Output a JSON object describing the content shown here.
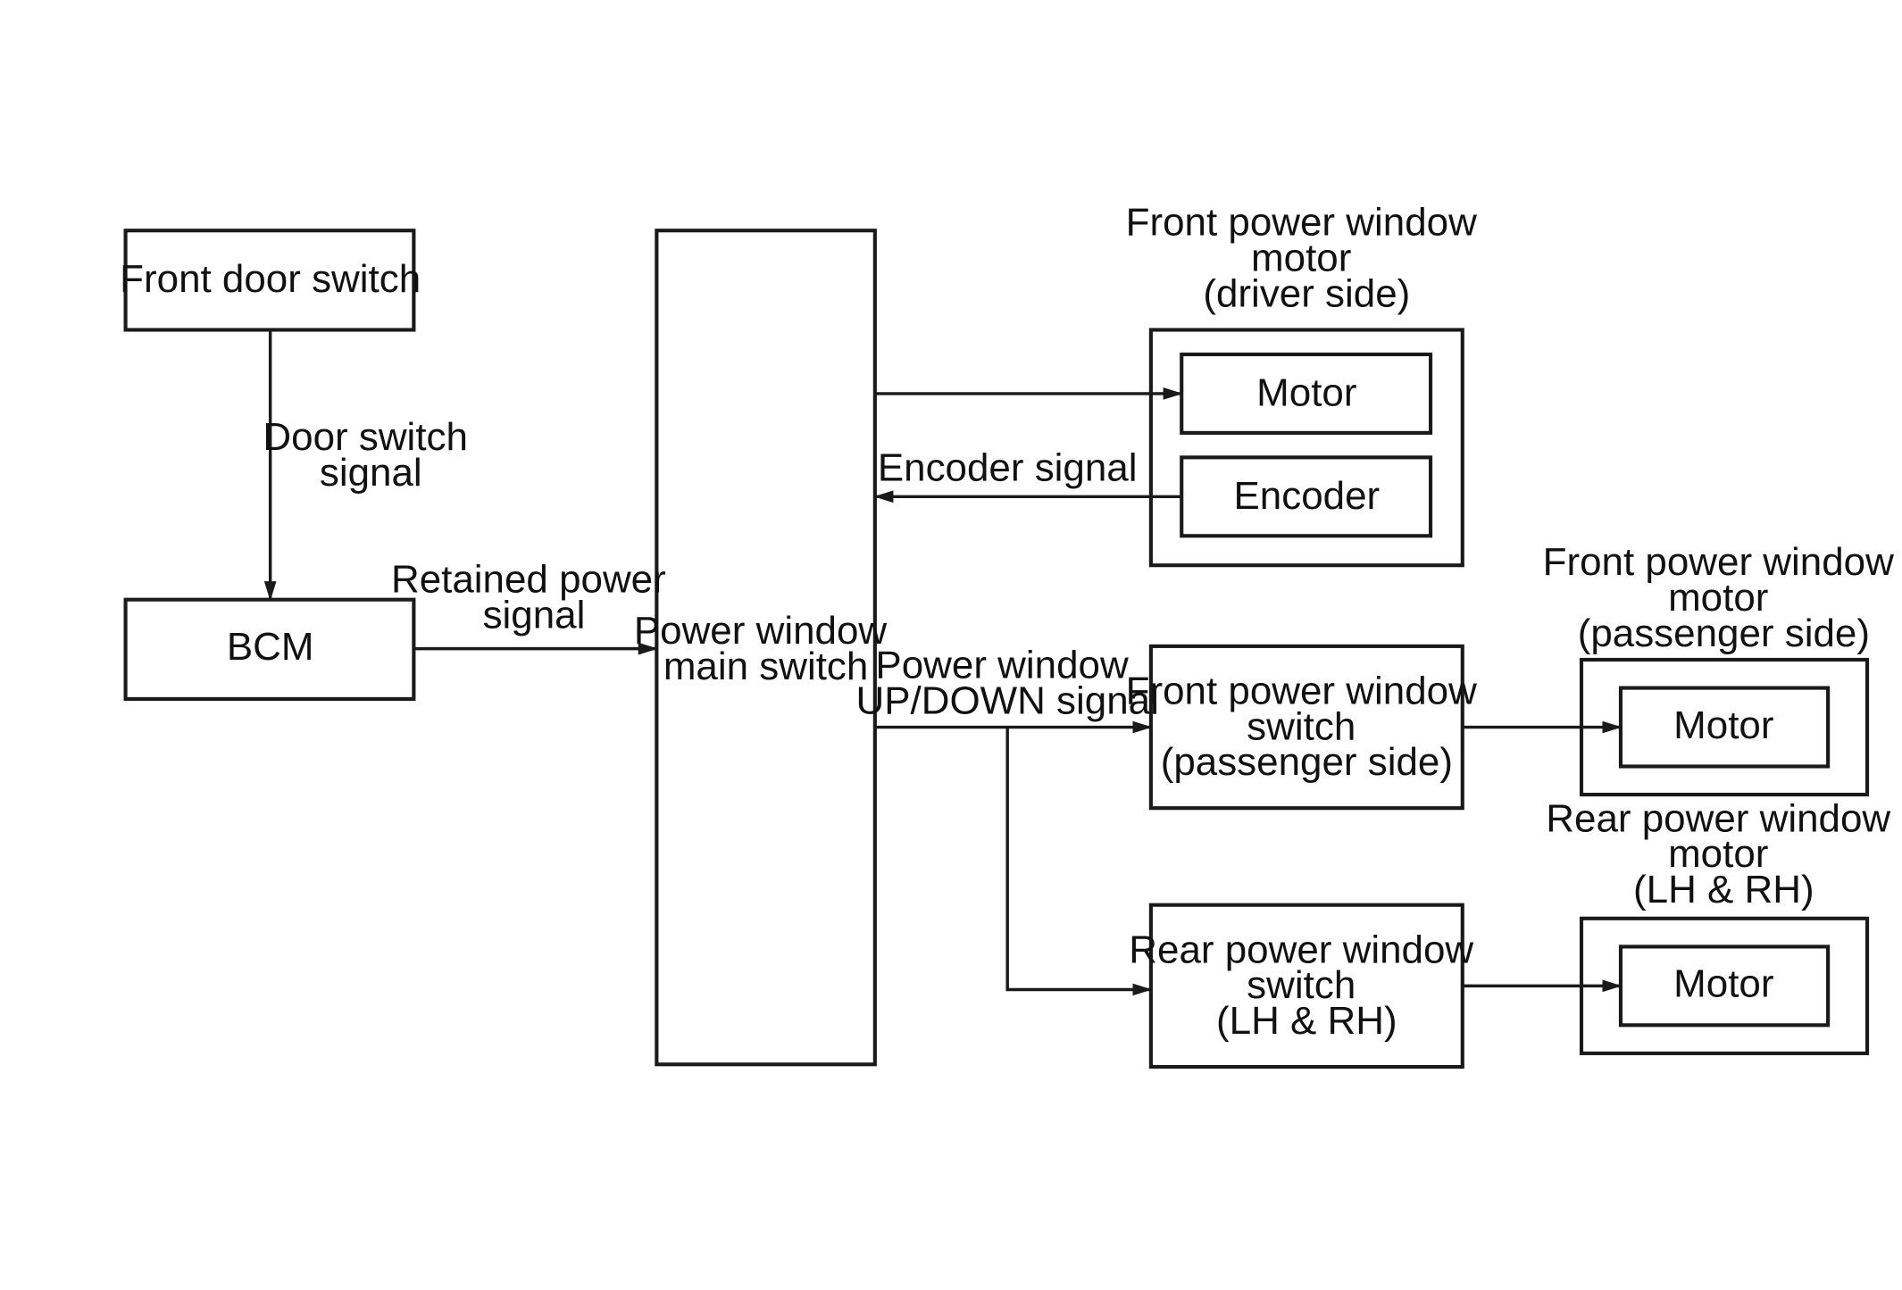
{
  "diagram": {
    "front_door_switch": "Front door switch",
    "door_switch_signal": [
      "Door switch",
      "signal"
    ],
    "bcm": "BCM",
    "retained_power_signal": [
      "Retained power",
      "signal"
    ],
    "main_switch": [
      "Power window",
      "main switch"
    ],
    "driver_motor_title": [
      "Front power window",
      "motor",
      "(driver side)"
    ],
    "driver_motor": "Motor",
    "driver_encoder": "Encoder",
    "encoder_signal": "Encoder signal",
    "updown_signal": [
      "Power window",
      "UP/DOWN signal"
    ],
    "front_switch_passenger": [
      "Front power window",
      "switch",
      "(passenger side)"
    ],
    "passenger_motor_title": [
      "Front power window",
      "motor",
      "(passenger side)"
    ],
    "passenger_motor": "Motor",
    "rear_switch": [
      "Rear power window",
      "switch",
      "(LH & RH)"
    ],
    "rear_motor_title": [
      "Rear power window",
      "motor",
      "(LH & RH)"
    ],
    "rear_motor": "Motor"
  }
}
